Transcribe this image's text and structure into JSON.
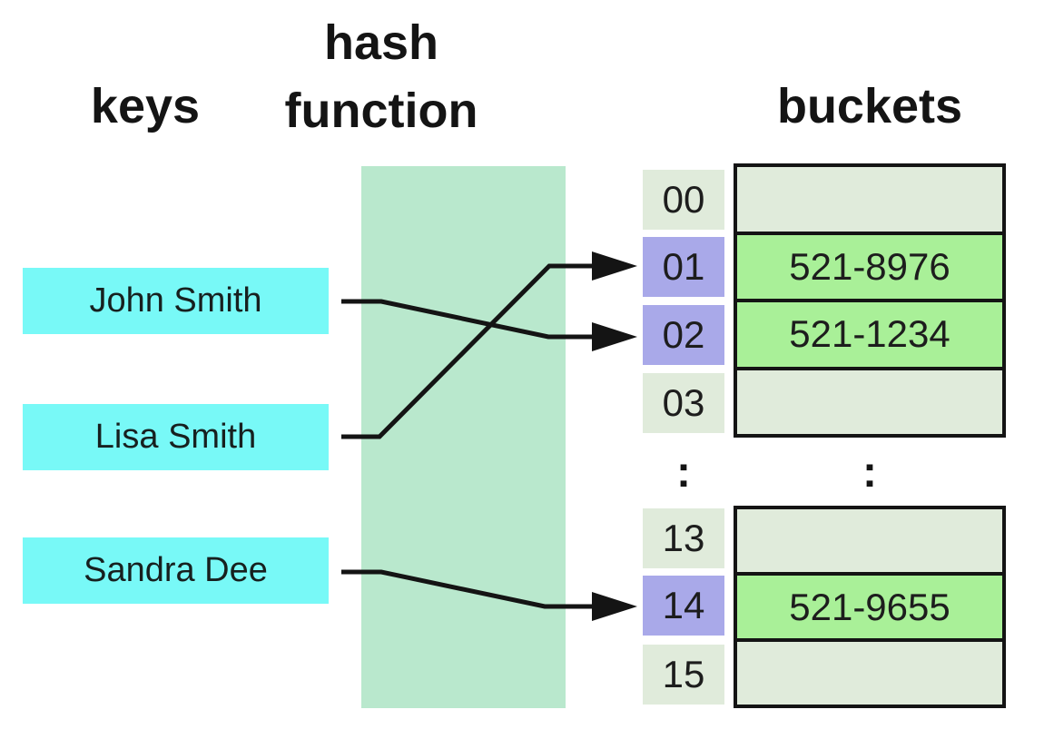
{
  "headers": {
    "keys": "keys",
    "hash_line1": "hash",
    "hash_line2": "function",
    "buckets": "buckets"
  },
  "keys": [
    {
      "label": "John Smith"
    },
    {
      "label": "Lisa Smith"
    },
    {
      "label": "Sandra Dee"
    }
  ],
  "table": {
    "ellipsis": ":",
    "groups": [
      {
        "rows": [
          {
            "index": "00",
            "value": "",
            "highlighted": false
          },
          {
            "index": "01",
            "value": "521-8976",
            "highlighted": true
          },
          {
            "index": "02",
            "value": "521-1234",
            "highlighted": true
          },
          {
            "index": "03",
            "value": "",
            "highlighted": false
          }
        ]
      },
      {
        "rows": [
          {
            "index": "13",
            "value": "",
            "highlighted": false
          },
          {
            "index": "14",
            "value": "521-9655",
            "highlighted": true
          },
          {
            "index": "15",
            "value": "",
            "highlighted": false
          }
        ]
      }
    ]
  },
  "connections": [
    {
      "from": "John Smith",
      "to_index": "02"
    },
    {
      "from": "Lisa Smith",
      "to_index": "01"
    },
    {
      "from": "Sandra Dee",
      "to_index": "14"
    }
  ],
  "palette": {
    "key_box": "#78f9f7",
    "hash_function_box": "#b9e8cd",
    "highlighted_index": "#a9a9e9",
    "empty_cell": "#e0ebdb",
    "filled_bucket": "#a9f098",
    "line": "#141414"
  }
}
